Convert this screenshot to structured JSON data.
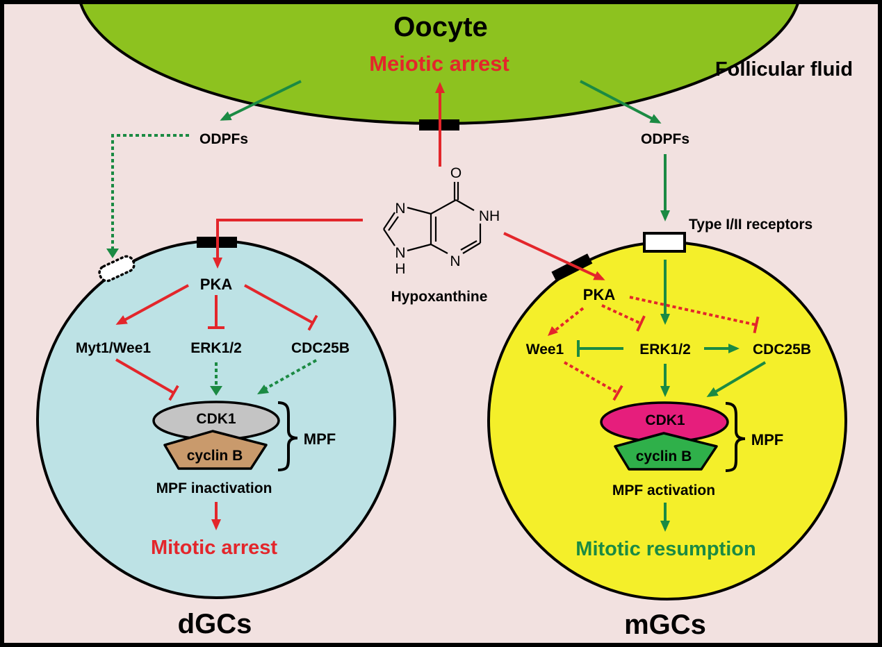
{
  "colors": {
    "background": "#f2e1e0",
    "frame": "#000000",
    "oocyte_fill": "#8dc21f",
    "dgc_fill": "#bde2e5",
    "mgc_fill": "#f4ef2a",
    "inhibit_red": "#e3262b",
    "activate_green": "#1b8a43",
    "cdk1_inactive": "#c4c4c4",
    "cyclinb_inactive": "#c99a6c",
    "cdk1_active": "#e61e7c",
    "cyclinb_active": "#2fb04a"
  },
  "oocyte": {
    "title": "Oocyte",
    "state": "Meiotic arrest"
  },
  "follicular_fluid": "Follicular fluid",
  "hypoxanthine": {
    "name": "Hypoxanthine",
    "atoms": {
      "O": "O",
      "N7": "N",
      "N1H": "NH",
      "N9": "N",
      "H9": "H",
      "N3": "N"
    }
  },
  "dgc": {
    "cell_label": "dGCs",
    "odpfs": "ODPFs",
    "pka": "PKA",
    "myt1_wee1": "Myt1/Wee1",
    "erk": "ERK1/2",
    "cdc25b": "CDC25B",
    "cdk1": "CDK1",
    "cyclin_b": "cyclin B",
    "mpf": "MPF",
    "mpf_state": "MPF inactivation",
    "outcome": "Mitotic arrest"
  },
  "mgc": {
    "cell_label": "mGCs",
    "odpfs": "ODPFs",
    "receptor": "Type I/II receptors",
    "pka": "PKA",
    "wee1": "Wee1",
    "erk": "ERK1/2",
    "cdc25b": "CDC25B",
    "cdk1": "CDK1",
    "cyclin_b": "cyclin B",
    "mpf": "MPF",
    "mpf_state": "MPF activation",
    "outcome": "Mitotic resumption"
  }
}
